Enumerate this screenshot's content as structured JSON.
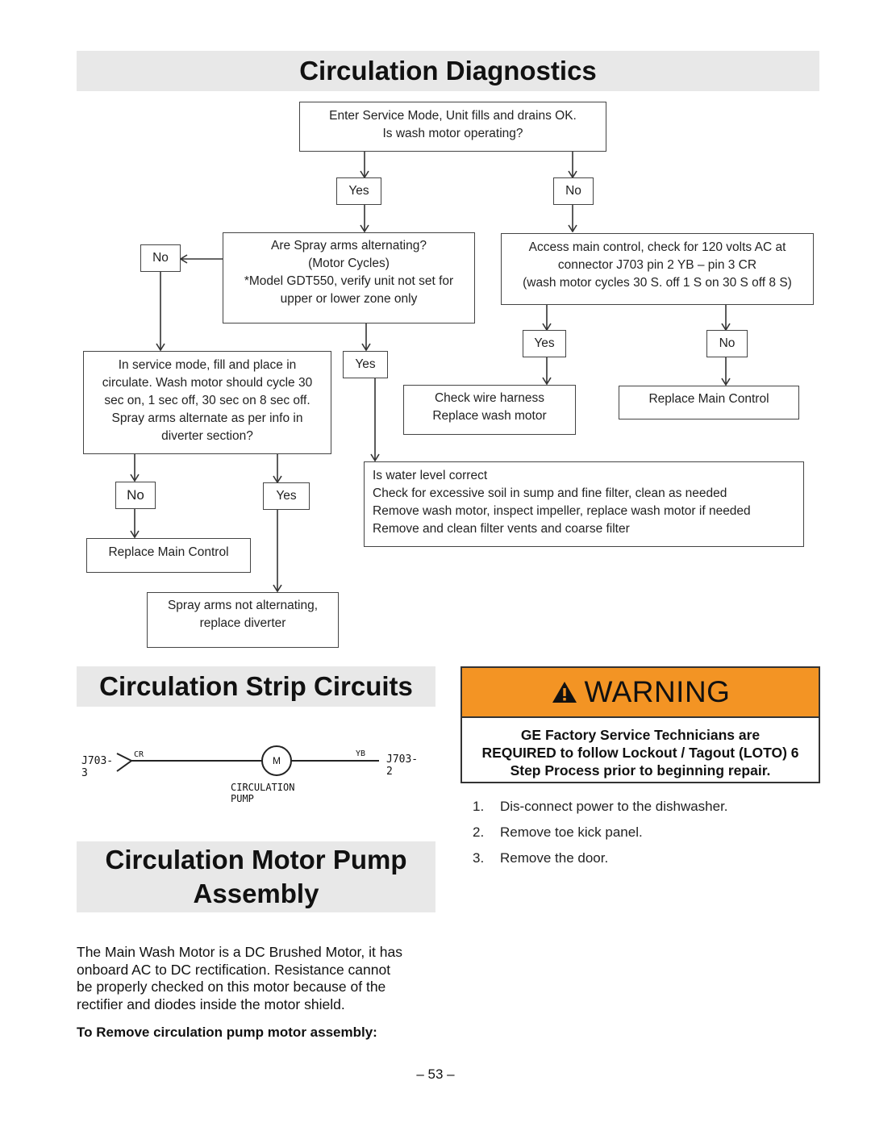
{
  "titles": {
    "diagnostics": "Circulation Diagnostics",
    "strip": "Circulation Strip Circuits",
    "motor_pump": "Circulation Motor Pump\nAssembly"
  },
  "flow": {
    "start": "Enter Service Mode, Unit fills and drains OK.\nIs wash motor operating?",
    "yes1": "Yes",
    "no1": "No",
    "spray_q": "Are Spray arms alternating?\n(Motor Cycles)\n*Model GDT550, verify unit not set for\nupper or lower zone only",
    "access": "Access main control, check for 120 volts AC at\nconnector J703 pin 2 YB – pin 3 CR\n(wash motor cycles 30 S. off 1 S on 30 S off 8 S)",
    "no_spray": "No",
    "service_mode": "In service mode, fill and place in\ncirculate. Wash motor should cycle 30\nsec on, 1 sec off, 30 sec on 8 sec off.\nSpray arms alternate as per info in\ndiverter section?",
    "yes_spray": "Yes",
    "yes_access": "Yes",
    "no_access": "No",
    "check_wire": "Check wire harness\nReplace wash motor",
    "replace_main_right": "Replace Main Control",
    "no_service": "No",
    "yes_service": "Yes",
    "water_level": "Is water level correct\nCheck for excessive soil in sump and fine filter, clean as needed\nRemove wash motor, inspect impeller, replace wash motor if needed\nRemove and clean filter vents and coarse filter",
    "replace_main_left": "Replace Main Control",
    "spray_not_alt": "Spray arms not alternating,\nreplace diverter"
  },
  "schematic": {
    "left_terminal": "J703-3",
    "left_wire": "CR",
    "motor": "M",
    "right_wire": "YB",
    "right_terminal": "J703-2",
    "label": "CIRCULATION PUMP"
  },
  "warning": {
    "title": "WARNING",
    "body": "GE Factory Service Technicians are\nREQUIRED to follow Lockout / Tagout (LOTO) 6\nStep Process prior to beginning repair."
  },
  "steps": [
    {
      "num": "1.",
      "text": "Dis-connect power to the dishwasher."
    },
    {
      "num": "2.",
      "text": "Remove toe kick panel."
    },
    {
      "num": "3.",
      "text": "Remove the door."
    }
  ],
  "paragraph": "The Main Wash Motor is a DC Brushed Motor, it has\nonboard AC to DC rectification. Resistance cannot\nbe properly checked on this motor because of the\nrectifier and diodes inside the motor shield.",
  "remove_heading": "To Remove circulation pump motor assembly:",
  "page_number": "– 53 –",
  "colors": {
    "warning": "#f39424",
    "banner": "#e8e8e8"
  }
}
